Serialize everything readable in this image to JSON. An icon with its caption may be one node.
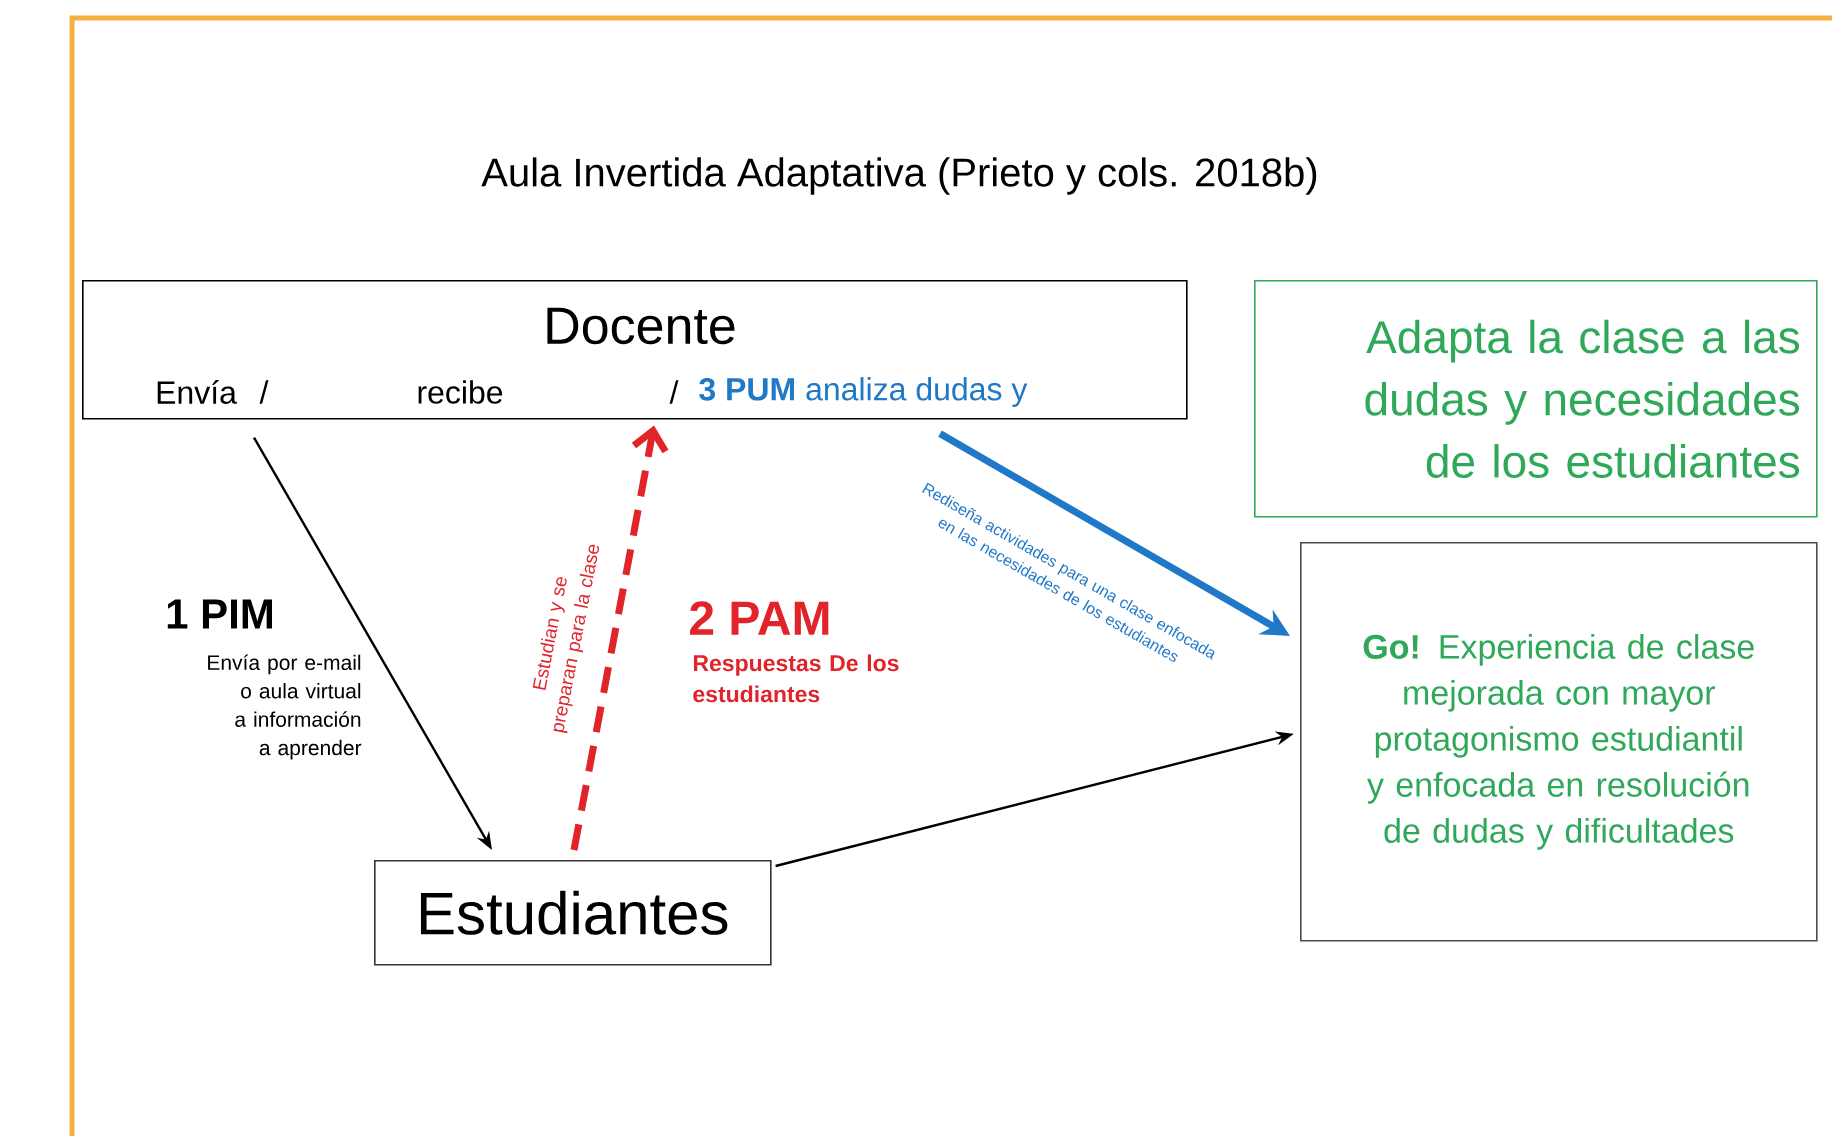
{
  "diagram": {
    "title": "Aula Invertida Adaptativa (Prieto y cols.  2018b)",
    "nodes": [
      {
        "text": [
          "Docente",
          "Envía",
          "/",
          "recibe",
          "/",
          "**3 PUM** analiza dudas y"
        ]
      },
      {
        "text": [
          "Adapta la clase a las dudas y necesidades de los estudiantes"
        ]
      },
      {
        "text": [
          "**Go!** Experiencia de clase mejorada con mayor protagonismo estudiantil y enfocada en resolución de dudas y dificultades"
        ]
      },
      {
        "text": [
          "Estudiantes"
        ]
      }
    ],
    "edges": [
      {
        "from": 0,
        "to": 3,
        "arrow": "to"
      },
      {
        "from": 3,
        "to": 0,
        "arrow": "to",
        "style": "dashed",
        "color": "#e0242a",
        "label": "Estudian y se preparan para la clase"
      },
      {
        "from": 0,
        "to": 2,
        "arrow": "to",
        "style": "thick",
        "color": "#1f78c8",
        "label": "Rediseña actividades para una clase enfocada en las necesidades de los estudiantes"
      },
      {
        "from": 3,
        "to": 2,
        "arrow": "to"
      }
    ],
    "labels": [
      "1 PIM",
      "Envía por e-mail o aula virtual a información a aprender",
      "2 PAM",
      "Respuestas De los estudiantes"
    ]
  }
}
